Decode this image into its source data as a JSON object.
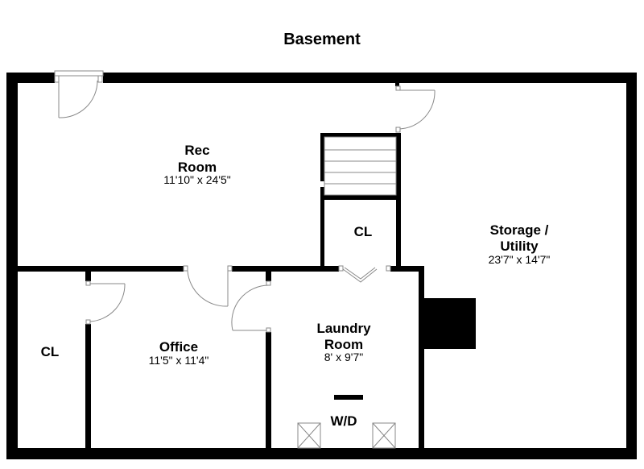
{
  "title": "Basement",
  "rooms": {
    "rec_room": {
      "name_line1": "Rec",
      "name_line2": "Room",
      "dims": "11'10\" x 24'5\""
    },
    "closet_upper": {
      "name": "CL"
    },
    "storage": {
      "name_line1": "Storage /",
      "name_line2": "Utility",
      "dims": "23'7\" x 14'7\""
    },
    "closet_left": {
      "name": "CL"
    },
    "office": {
      "name": "Office",
      "dims": "11'5\" x 11'4\""
    },
    "laundry": {
      "name_line1": "Laundry",
      "name_line2": "Room",
      "dims": "8' x 9'7\""
    },
    "washer_dryer": {
      "label": "W/D"
    }
  }
}
